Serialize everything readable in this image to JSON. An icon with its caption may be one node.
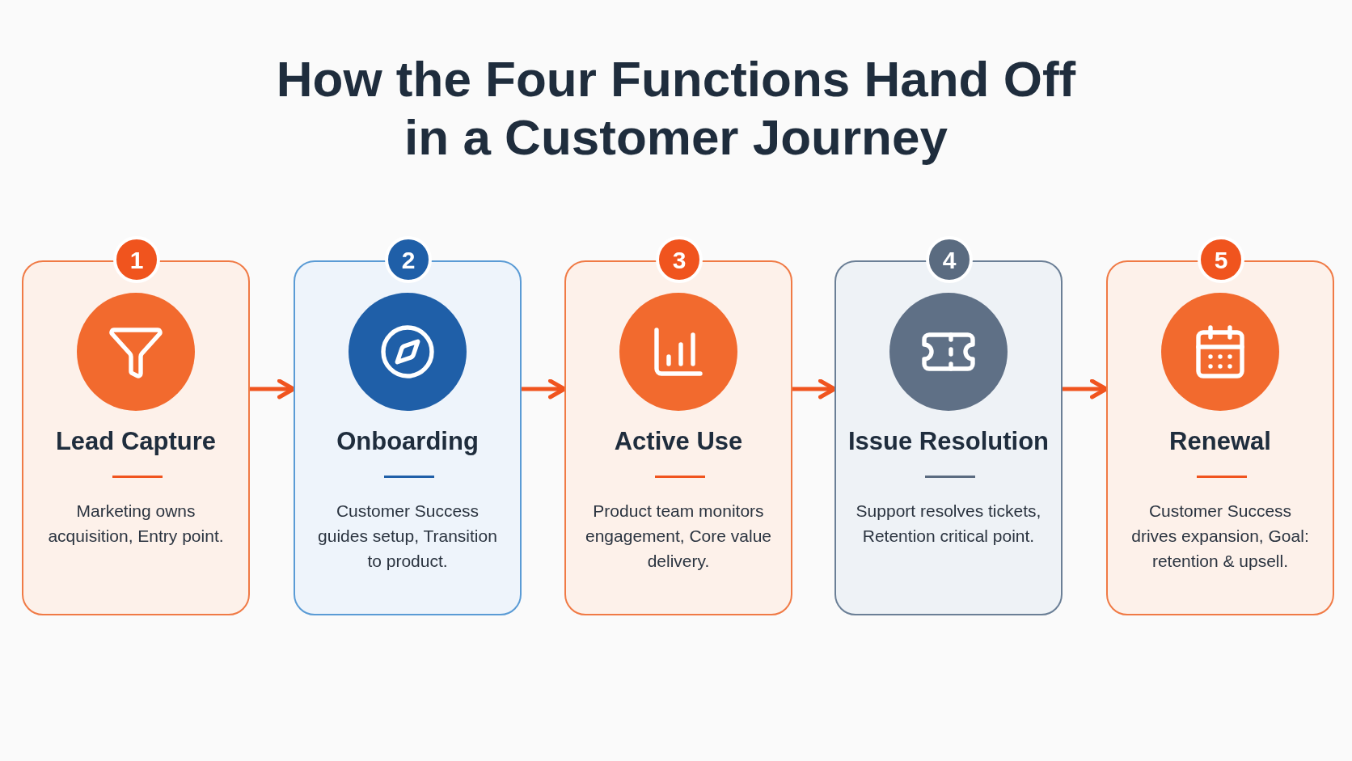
{
  "diagram": {
    "title": "How the Four Functions **Hand Off** in a Customer Journey",
    "nodes": [
      {
        "text": [
          "Lead Capture",
          "Marketing owns acquisition, Entry point."
        ],
        "beside": [
          "1"
        ]
      },
      {
        "text": [
          "Onboarding",
          "Customer Success guides setup, Transition to product."
        ],
        "beside": [
          "2"
        ]
      },
      {
        "text": [
          "Active Use",
          "Product team monitors engagement, Core value delivery."
        ],
        "beside": [
          "3"
        ]
      },
      {
        "text": [
          "Issue Resolution",
          "Support resolves tickets, Retention critical point."
        ],
        "beside": [
          "4"
        ]
      },
      {
        "text": [
          "Renewal",
          "Customer Success drives expansion, Goal: retention & upsell."
        ],
        "beside": [
          "5"
        ]
      }
    ],
    "edges": [
      {
        "from": 0,
        "to": 1,
        "arrow": "to"
      },
      {
        "from": 1,
        "to": 2,
        "arrow": "to"
      },
      {
        "from": 2,
        "to": 3,
        "arrow": "to"
      },
      {
        "from": 3,
        "to": 4,
        "arrow": "to"
      }
    ]
  }
}
